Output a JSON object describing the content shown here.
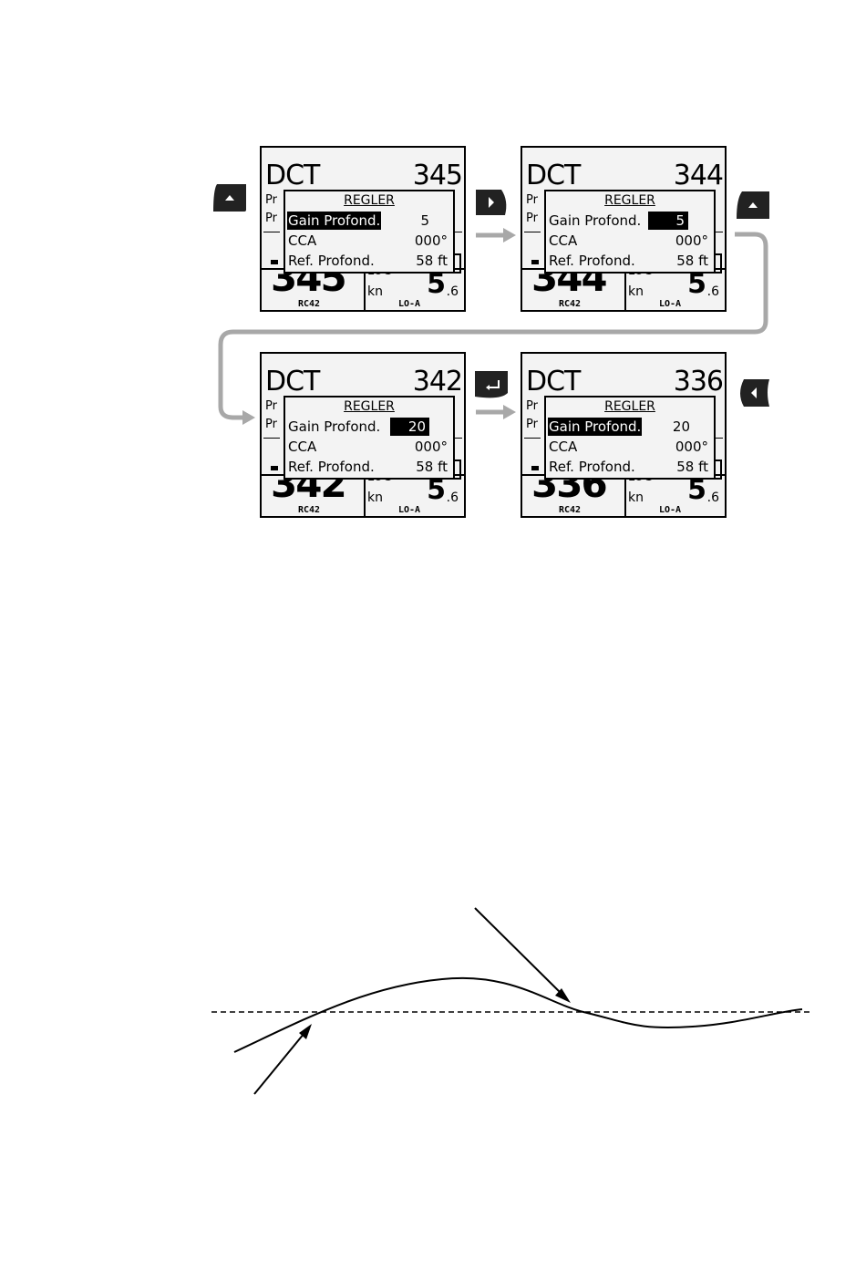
{
  "screens": [
    {
      "dct": "DCT",
      "heading": "345",
      "pr1": "Pr",
      "pr2": "Pr",
      "menu_title": "REGLER",
      "rows": [
        {
          "label": "Gain Profond.",
          "value": "5"
        },
        {
          "label": "CCA",
          "value": "000°"
        },
        {
          "label": "Ref. Profond.",
          "value": "58 ft"
        }
      ],
      "big": "345",
      "log": "LOG",
      "kn": "kn",
      "speed": "5",
      "speed_dec": ".6",
      "rc": "RC42",
      "lo": "LO-A"
    },
    {
      "dct": "DCT",
      "heading": "344",
      "pr1": "Pr",
      "pr2": "Pr",
      "menu_title": "REGLER",
      "rows": [
        {
          "label": "Gain Profond.",
          "value": "5"
        },
        {
          "label": "CCA",
          "value": "000°"
        },
        {
          "label": "Ref. Profond.",
          "value": "58 ft"
        }
      ],
      "big": "344",
      "log": "LOG",
      "kn": "kn",
      "speed": "5",
      "speed_dec": ".6",
      "rc": "RC42",
      "lo": "LO-A"
    },
    {
      "dct": "DCT",
      "heading": "342",
      "pr1": "Pr",
      "pr2": "Pr",
      "menu_title": "REGLER",
      "rows": [
        {
          "label": "Gain Profond.",
          "value": "20"
        },
        {
          "label": "CCA",
          "value": "000°"
        },
        {
          "label": "Ref. Profond.",
          "value": "58 ft"
        }
      ],
      "big": "342",
      "log": "LOG",
      "kn": "kn",
      "speed": "5",
      "speed_dec": ".6",
      "rc": "RC42",
      "lo": "LO-A"
    },
    {
      "dct": "DCT",
      "heading": "336",
      "pr1": "Pr",
      "pr2": "Pr",
      "menu_title": "REGLER",
      "rows": [
        {
          "label": "Gain Profond.",
          "value": "20"
        },
        {
          "label": "CCA",
          "value": "000°"
        },
        {
          "label": "Ref. Profond.",
          "value": "58 ft"
        }
      ],
      "big": "336",
      "log": "LOG",
      "kn": "kn",
      "speed": "5",
      "speed_dec": ".6",
      "rc": "RC42",
      "lo": "LO-A"
    }
  ],
  "buttons": [
    "up-arrow-key-icon",
    "right-arrow-key-icon",
    "up-arrow-key-icon",
    "enter-key-icon",
    "left-arrow-key-icon"
  ],
  "colors": {
    "flow_arrow": "#a8a8a8",
    "key": "#222222",
    "lcd_bg": "#f3f3f3"
  }
}
